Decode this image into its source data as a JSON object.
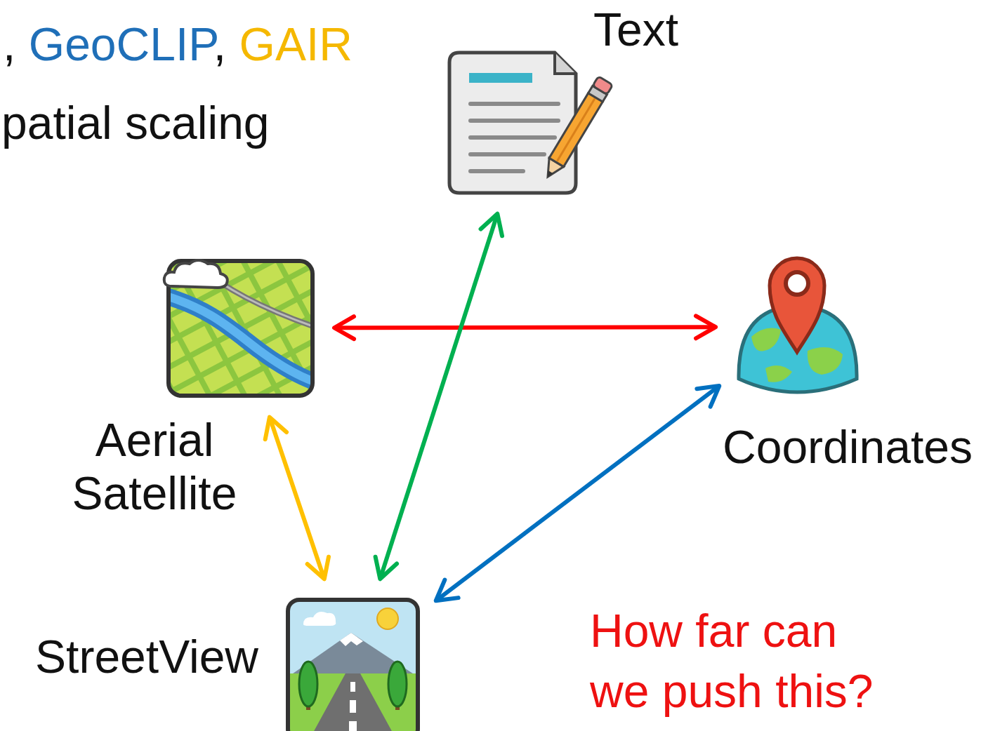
{
  "diagram": {
    "nodes": [
      {
        "text": [
          "Text"
        ]
      },
      {
        "text": [
          "Aerial Satellite"
        ]
      },
      {
        "text": [
          "Coordinates"
        ]
      },
      {
        "text": [
          "StreetView"
        ]
      }
    ],
    "edges": [
      {
        "from": 1,
        "to": 2,
        "arrow": "both"
      },
      {
        "from": 0,
        "to": 3,
        "arrow": "both"
      },
      {
        "from": 3,
        "to": 2,
        "arrow": "both"
      },
      {
        "from": 1,
        "to": 3,
        "arrow": "both"
      }
    ],
    "labels": [
      ",",
      "GeoCLIP",
      ",",
      "GAIR",
      "patial scaling",
      "How far can we push this?"
    ]
  }
}
